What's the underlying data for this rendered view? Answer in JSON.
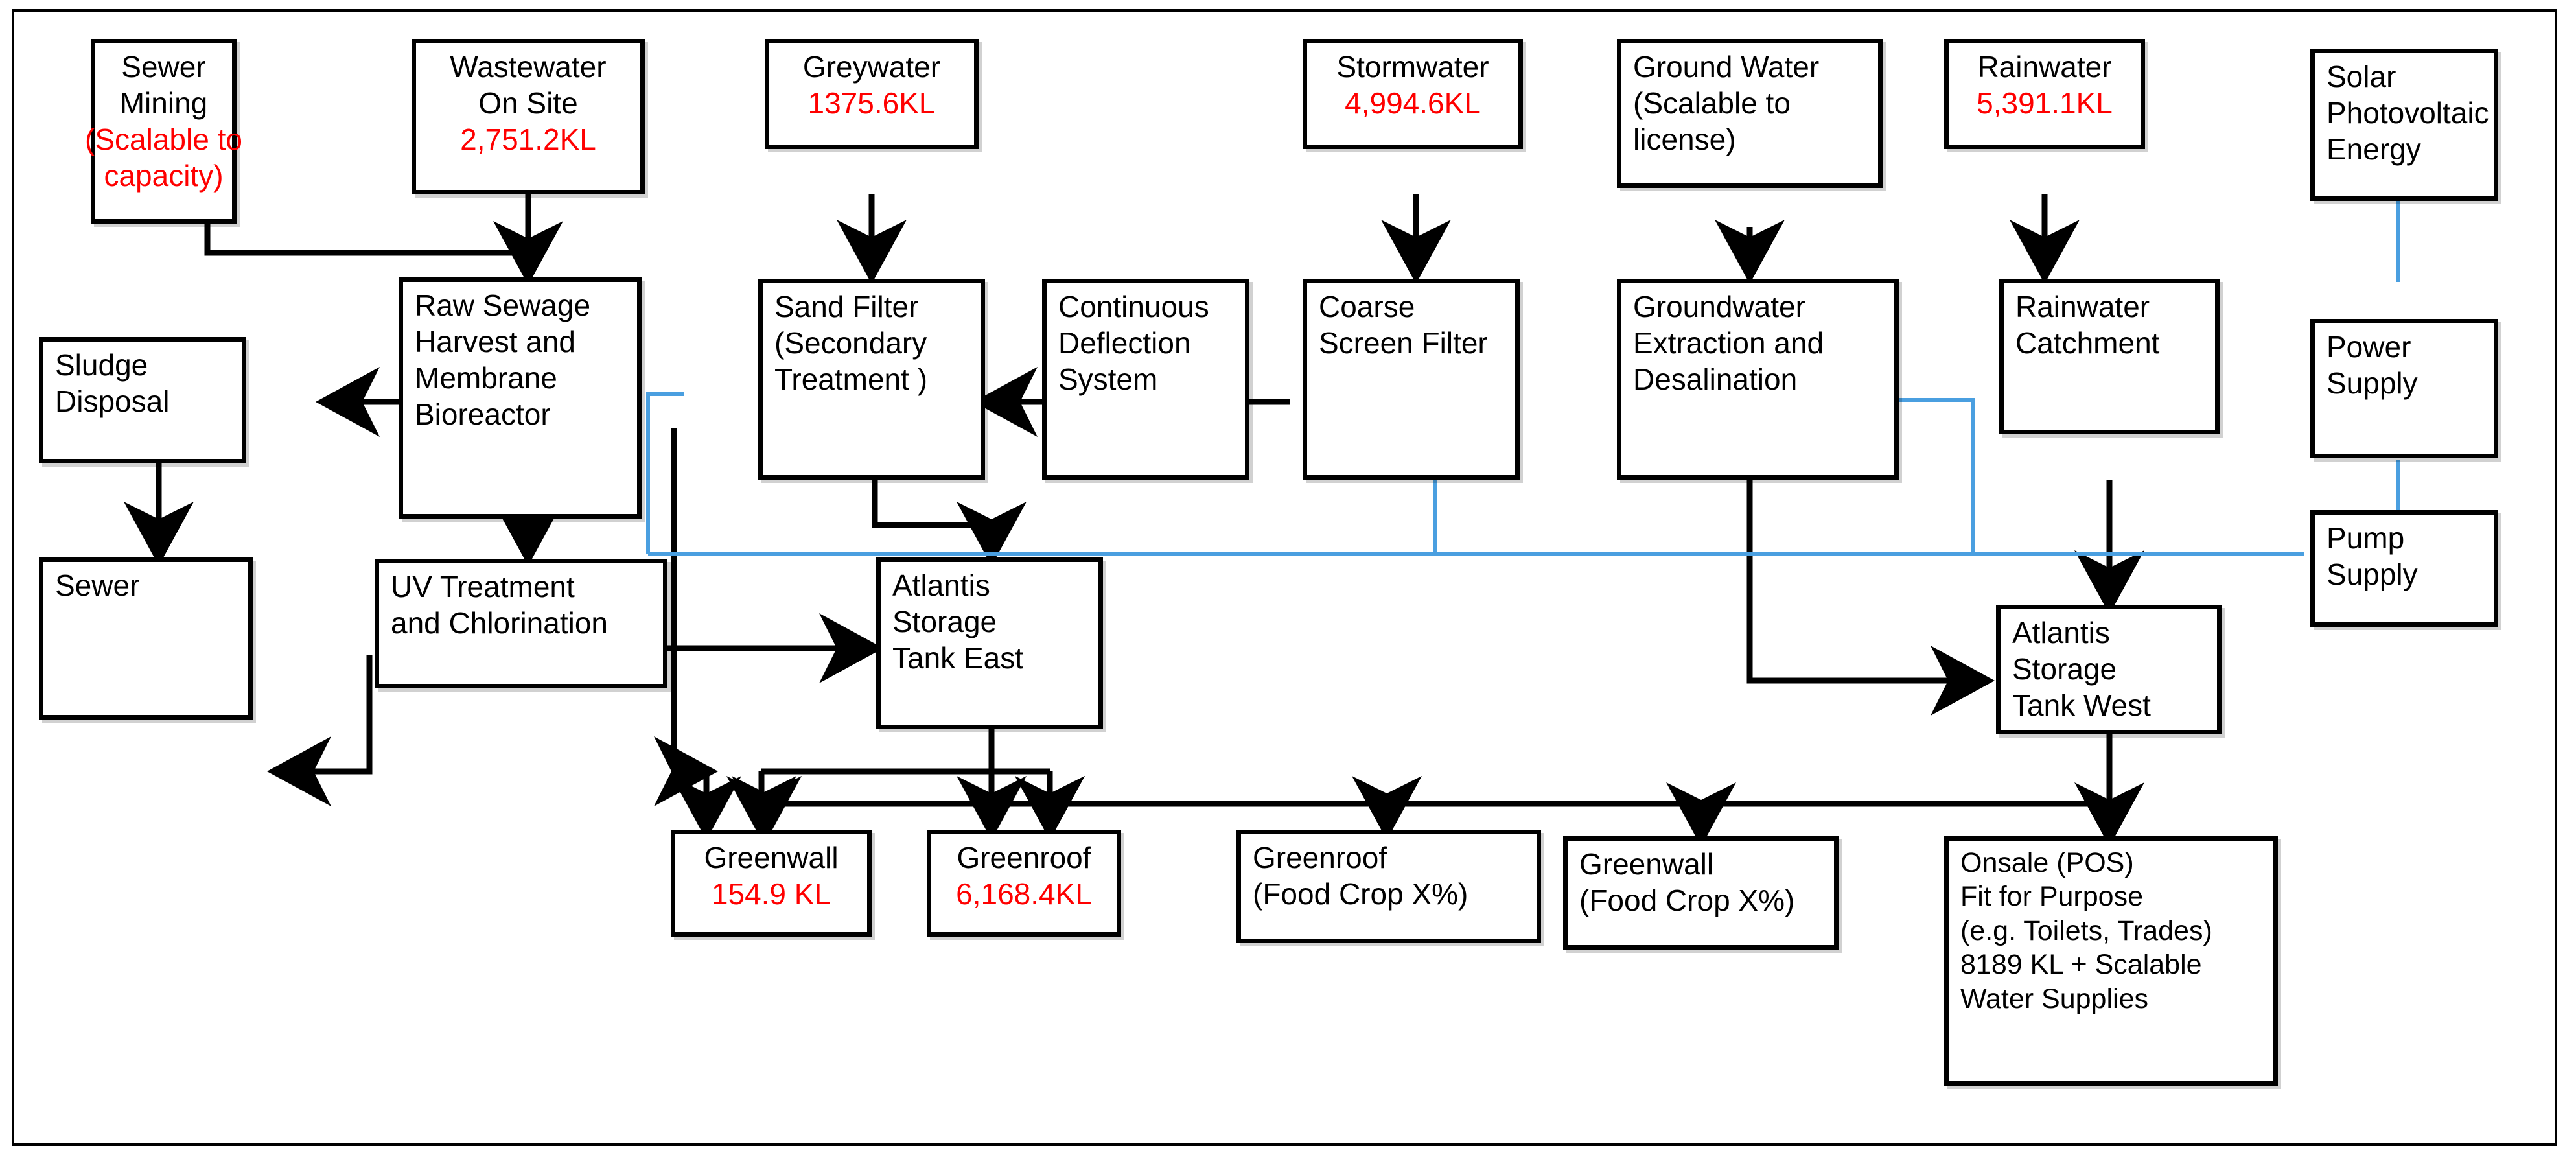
{
  "diagram": {
    "title": "Integrated Water and Energy Supply Flow Diagram",
    "colors": {
      "box_border": "#000000",
      "water_line": "#000000",
      "power_line": "#4a9fe0",
      "volume_text": "#ff0000",
      "label_text": "#000000",
      "background": "#ffffff"
    },
    "nodes": {
      "sewer_mining": {
        "l1": "Sewer",
        "l2": "Mining",
        "l3": "(Scalable to",
        "l4": "capacity)"
      },
      "wastewater_on_site": {
        "l1": "Wastewater",
        "l2": "On Site",
        "l3": "2,751.2KL"
      },
      "greywater": {
        "l1": "Greywater",
        "l2": "1375.6KL"
      },
      "stormwater": {
        "l1": "Stormwater",
        "l2": "4,994.6KL"
      },
      "ground_water": {
        "l1": "Ground Water",
        "l2": "(Scalable to",
        "l3": "license)"
      },
      "rainwater": {
        "l1": "Rainwater",
        "l2": "5,391.1KL"
      },
      "solar_pv": {
        "l1": "Solar",
        "l2": "Photovoltaic",
        "l3": "Energy"
      },
      "sludge_disposal": {
        "l1": "Sludge",
        "l2": "Disposal"
      },
      "raw_sewage_mbr": {
        "l1": "Raw Sewage",
        "l2": "Harvest and",
        "l3": "Membrane",
        "l4": "Bioreactor"
      },
      "sand_filter": {
        "l1": "Sand Filter",
        "l2": "(Secondary",
        "l3": "Treatment )"
      },
      "continuous_deflection": {
        "l1": "Continuous",
        "l2": "Deflection",
        "l3": "System"
      },
      "coarse_screen_filter": {
        "l1": "Coarse",
        "l2": "Screen Filter"
      },
      "groundwater_extraction": {
        "l1": "Groundwater",
        "l2": "Extraction and",
        "l3": "Desalination"
      },
      "rainwater_catchment": {
        "l1": "Rainwater",
        "l2": "Catchment"
      },
      "power_supply": {
        "l1": "Power",
        "l2": "Supply"
      },
      "pump_supply": {
        "l1": "Pump",
        "l2": "Supply"
      },
      "sewer": {
        "l1": "Sewer"
      },
      "uv_treatment": {
        "l1": "UV Treatment",
        "l2": "and Chlorination"
      },
      "atlantis_tank_east": {
        "l1": "Atlantis",
        "l2": "Storage",
        "l3": "Tank East"
      },
      "atlantis_tank_west": {
        "l1": "Atlantis",
        "l2": "Storage",
        "l3": "Tank West"
      },
      "greenwall_kl": {
        "l1": "Greenwall",
        "l2": "154.9 KL"
      },
      "greenroof_kl": {
        "l1": "Greenroof",
        "l2": "6,168.4KL"
      },
      "greenroof_food": {
        "l1": "Greenroof",
        "l2": "(Food Crop X%)"
      },
      "greenwall_food": {
        "l1": "Greenwall",
        "l2": "(Food Crop X%)"
      },
      "onsale_pos": {
        "l1": "Onsale (POS)",
        "l2": "Fit for Purpose",
        "l3": "(e.g. Toilets, Trades)",
        "l4": "8189 KL + Scalable",
        "l5": "Water Supplies"
      }
    }
  }
}
